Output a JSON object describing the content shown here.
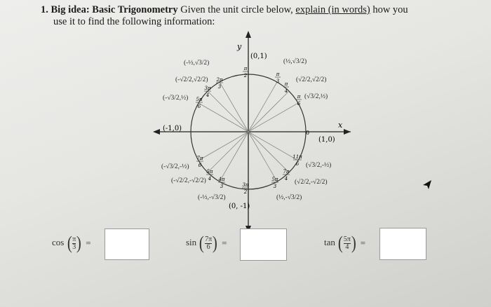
{
  "question": {
    "number": "1.",
    "bold_text": "Big idea: Basic Trigonometry",
    "text1": " Given the unit circle below, ",
    "underlined": "explain (in words)",
    "text2": " how you",
    "line2": "use it to find the following information:"
  },
  "diagram": {
    "axis_x": "x",
    "axis_y": "y",
    "point_top": "(0,1)",
    "point_bottom": "(0, -1)",
    "point_left": "(-1,0)",
    "point_right": "(1,0)",
    "origin": "0",
    "ang_pi_over_2": [
      "π",
      "2"
    ],
    "ang_3pi_over_2": [
      "3π",
      "2"
    ],
    "ang_pi_over_3": [
      "π",
      "3"
    ],
    "ang_pi_over_4": [
      "π",
      "4"
    ],
    "ang_pi_over_6": [
      "π",
      "6"
    ],
    "ang_2pi_over_3": [
      "2π",
      "3"
    ],
    "ang_3pi_over_4": [
      "3π",
      "4"
    ],
    "ang_5pi_over_6": [
      "5π",
      "6"
    ],
    "ang_7pi_over_6": [
      "7π",
      "6"
    ],
    "ang_5pi_over_4": [
      "5π",
      "4"
    ],
    "ang_4pi_over_3": [
      "4π",
      "3"
    ],
    "ang_5pi_over_3": [
      "5π",
      "3"
    ],
    "ang_7pi_over_4": [
      "7π",
      "4"
    ],
    "ang_11pi_over_6": [
      "11π",
      "6"
    ],
    "hw_q1_a": "(½,√3/2)",
    "hw_q1_b": "(√2/2,√2/2)",
    "hw_q1_c": "(√3/2,½)",
    "hw_q2_a": "(-½,√3/2)",
    "hw_q2_b": "(-√2/2,√2/2)",
    "hw_q2_c": "(-√3/2,½)",
    "hw_q3_a": "(-√3/2,-½)",
    "hw_q3_b": "(-√2/2,-√2/2)",
    "hw_q3_c": "(-½,-√3/2)",
    "hw_q4_a": "(√3/2,-½)",
    "hw_q4_b": "(√2/2,-√2/2)",
    "hw_q4_c": "(½,-√3/2)"
  },
  "problems": [
    {
      "func": "cos",
      "num": "π",
      "den": "3",
      "equals": "=",
      "answer": ""
    },
    {
      "func": "sin",
      "num": "7π",
      "den": "6",
      "equals": "=",
      "answer": ""
    },
    {
      "func": "tan",
      "num": "5π",
      "den": "4",
      "equals": "=",
      "answer": ""
    }
  ]
}
